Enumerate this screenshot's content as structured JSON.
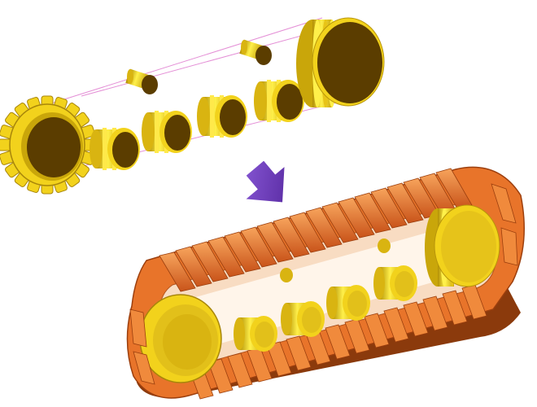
{
  "figure": {
    "parts": {
      "drive_sprocket": "gear-icon",
      "track_rollers": 4,
      "carrier_rollers": 2,
      "idler_wheel": "idler-wheel-icon"
    },
    "arrow": "arrow-down-right-icon",
    "assembly": "crawler-track-assembly",
    "colors": {
      "part_face": "#f2d21c",
      "part_rim": "#c9a60a",
      "part_dark": "#5b3d00",
      "track_orange": "#e8742a",
      "track_light": "#f6a25b",
      "track_dark": "#9c3f0e",
      "arrow": "#6e3cc0",
      "guide_line": "#e48fd6"
    }
  }
}
